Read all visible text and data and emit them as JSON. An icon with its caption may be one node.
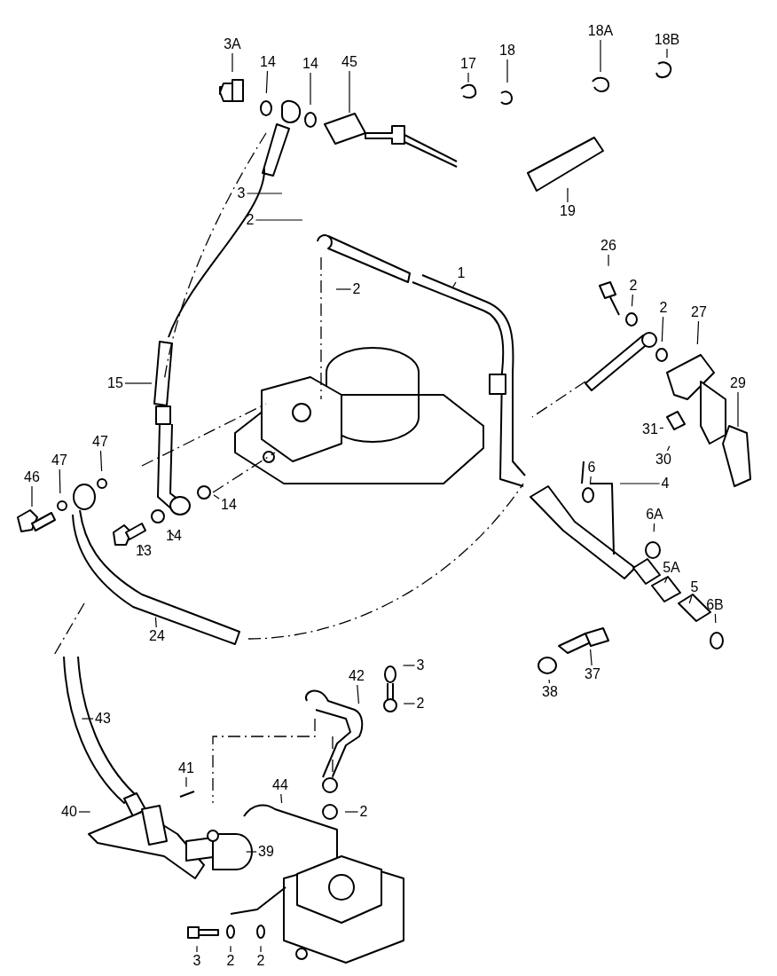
{
  "diagram": {
    "nodes": [
      {
        "text": [
          "3A"
        ]
      },
      {
        "text": [
          "14"
        ]
      },
      {
        "text": [
          "14"
        ]
      },
      {
        "text": [
          "45"
        ]
      },
      {
        "text": [
          "17"
        ]
      },
      {
        "text": [
          "18"
        ]
      },
      {
        "text": [
          "18A"
        ]
      },
      {
        "text": [
          "18B"
        ]
      },
      {
        "text": [
          "3"
        ]
      },
      {
        "text": [
          "2"
        ]
      },
      {
        "text": [
          "19"
        ]
      },
      {
        "text": [
          "26"
        ]
      },
      {
        "text": [
          "1"
        ]
      },
      {
        "text": [
          "2"
        ]
      },
      {
        "text": [
          "2"
        ]
      },
      {
        "text": [
          "2"
        ]
      },
      {
        "text": [
          "27"
        ]
      },
      {
        "text": [
          "15"
        ]
      },
      {
        "text": [
          "29"
        ]
      },
      {
        "text": [
          "31"
        ]
      },
      {
        "text": [
          "47"
        ]
      },
      {
        "text": [
          "30"
        ]
      },
      {
        "text": [
          "6"
        ]
      },
      {
        "text": [
          "46"
        ]
      },
      {
        "text": [
          "47"
        ]
      },
      {
        "text": [
          "4"
        ]
      },
      {
        "text": [
          "14"
        ]
      },
      {
        "text": [
          "6A"
        ]
      },
      {
        "text": [
          "14"
        ]
      },
      {
        "text": [
          "13"
        ]
      },
      {
        "text": [
          "5A"
        ]
      },
      {
        "text": [
          "5"
        ]
      },
      {
        "text": [
          "6B"
        ]
      },
      {
        "text": [
          "24"
        ]
      },
      {
        "text": [
          "3"
        ]
      },
      {
        "text": [
          "37"
        ]
      },
      {
        "text": [
          "42"
        ]
      },
      {
        "text": [
          "38"
        ]
      },
      {
        "text": [
          "2"
        ]
      },
      {
        "text": [
          "43"
        ]
      },
      {
        "text": [
          "41"
        ]
      },
      {
        "text": [
          "44"
        ]
      },
      {
        "text": [
          "40"
        ]
      },
      {
        "text": [
          "2"
        ]
      },
      {
        "text": [
          "39"
        ]
      },
      {
        "text": [
          "3"
        ]
      },
      {
        "text": [
          "2"
        ]
      },
      {
        "text": [
          "2"
        ]
      }
    ],
    "edges": [
      {
        "from": 0,
        "to": null,
        "arrow": "none"
      },
      {
        "from": 1,
        "to": null,
        "arrow": "none"
      },
      {
        "from": 2,
        "to": null,
        "arrow": "none"
      },
      {
        "from": 3,
        "to": null,
        "arrow": "none"
      },
      {
        "from": 4,
        "to": null,
        "arrow": "none"
      },
      {
        "from": 5,
        "to": null,
        "arrow": "none"
      },
      {
        "from": 6,
        "to": null,
        "arrow": "none"
      },
      {
        "from": 7,
        "to": null,
        "arrow": "none"
      },
      {
        "from": 8,
        "to": null,
        "arrow": "none"
      },
      {
        "from": 9,
        "to": null,
        "arrow": "none"
      },
      {
        "from": 10,
        "to": null,
        "arrow": "none"
      },
      {
        "from": 11,
        "to": null,
        "arrow": "none"
      },
      {
        "from": 12,
        "to": null,
        "arrow": "none"
      },
      {
        "from": 13,
        "to": null,
        "arrow": "none"
      },
      {
        "from": 14,
        "to": null,
        "arrow": "none"
      },
      {
        "from": 15,
        "to": null,
        "arrow": "none"
      },
      {
        "from": 16,
        "to": null,
        "arrow": "none"
      },
      {
        "from": 17,
        "to": null,
        "arrow": "none"
      },
      {
        "from": 18,
        "to": null,
        "arrow": "none"
      },
      {
        "from": 19,
        "to": null,
        "arrow": "none"
      },
      {
        "from": 20,
        "to": null,
        "arrow": "none"
      },
      {
        "from": 21,
        "to": null,
        "arrow": "none"
      },
      {
        "from": 22,
        "to": null,
        "arrow": "none"
      },
      {
        "from": 23,
        "to": null,
        "arrow": "none"
      },
      {
        "from": 24,
        "to": null,
        "arrow": "none"
      },
      {
        "from": 25,
        "to": null,
        "arrow": "none"
      },
      {
        "from": 26,
        "to": null,
        "arrow": "none"
      },
      {
        "from": 27,
        "to": null,
        "arrow": "none"
      },
      {
        "from": 28,
        "to": null,
        "arrow": "none"
      },
      {
        "from": 29,
        "to": null,
        "arrow": "none"
      },
      {
        "from": 30,
        "to": null,
        "arrow": "none"
      },
      {
        "from": 31,
        "to": null,
        "arrow": "none"
      },
      {
        "from": 32,
        "to": null,
        "arrow": "none"
      },
      {
        "from": 33,
        "to": null,
        "arrow": "none"
      },
      {
        "from": 34,
        "to": null,
        "arrow": "none"
      },
      {
        "from": 35,
        "to": null,
        "arrow": "none"
      },
      {
        "from": 36,
        "to": null,
        "arrow": "none"
      },
      {
        "from": 37,
        "to": null,
        "arrow": "none"
      },
      {
        "from": 38,
        "to": null,
        "arrow": "none"
      },
      {
        "from": 39,
        "to": null,
        "arrow": "none"
      },
      {
        "from": 40,
        "to": null,
        "arrow": "none"
      },
      {
        "from": 41,
        "to": null,
        "arrow": "none"
      },
      {
        "from": 42,
        "to": null,
        "arrow": "none"
      },
      {
        "from": 43,
        "to": null,
        "arrow": "none"
      },
      {
        "from": 44,
        "to": null,
        "arrow": "none"
      },
      {
        "from": 45,
        "to": null,
        "arrow": "none"
      },
      {
        "from": 46,
        "to": null,
        "arrow": "none"
      },
      {
        "from": 47,
        "to": null,
        "arrow": "none"
      }
    ]
  }
}
